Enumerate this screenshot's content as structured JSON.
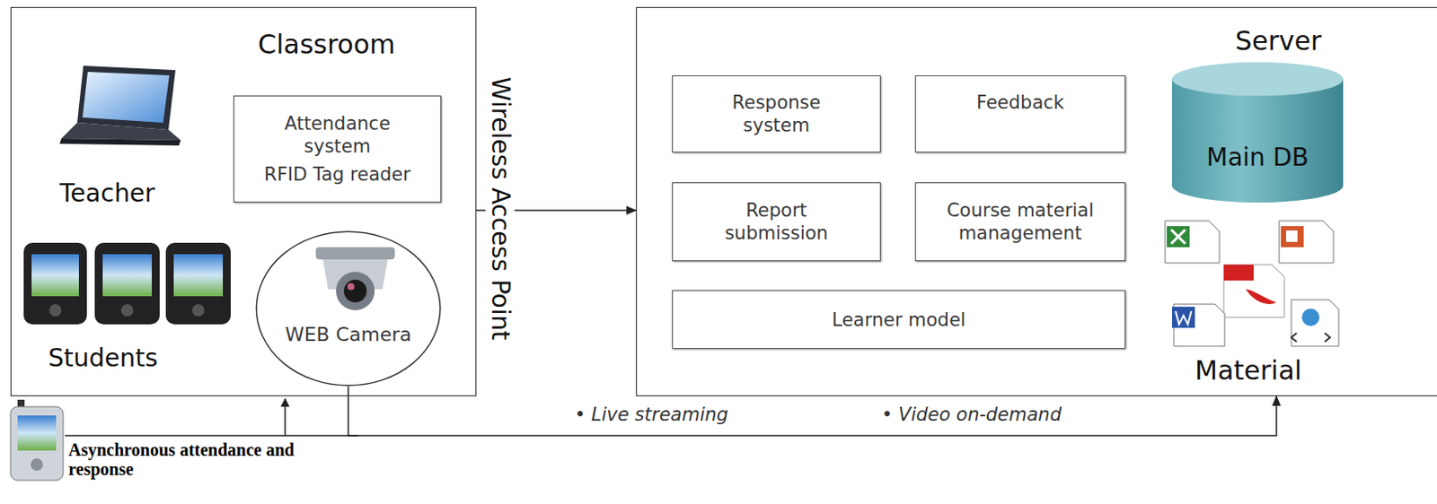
{
  "diagram": {
    "nodes": [
      {
        "text": [
          "Classroom"
        ]
      },
      {
        "text": [
          "Attendance system",
          "RFID Tag reader"
        ],
        "in": 0
      },
      {
        "text": [
          "WEB Camera"
        ],
        "in": 0
      },
      {
        "text": [
          "Server"
        ]
      },
      {
        "text": [
          "Response system"
        ],
        "in": 3
      },
      {
        "text": [
          "Feedback"
        ],
        "in": 3
      },
      {
        "text": [
          "Report submission"
        ],
        "in": 3
      },
      {
        "text": [
          "Course material management"
        ],
        "in": 3
      },
      {
        "text": [
          "Learner model"
        ],
        "in": 3
      },
      {
        "text": [
          "Main DB"
        ],
        "in": 3
      }
    ],
    "edges": [
      {
        "from": 0,
        "to": 3,
        "arrow": "to"
      },
      {
        "from": 2,
        "to": 3,
        "arrow": "to"
      }
    ],
    "labels": [
      "Teacher",
      "Students",
      "Wireless Access Point",
      "Material",
      "• Live streaming",
      "• Video on-demand",
      "Asynchronous attendance and response"
    ]
  }
}
